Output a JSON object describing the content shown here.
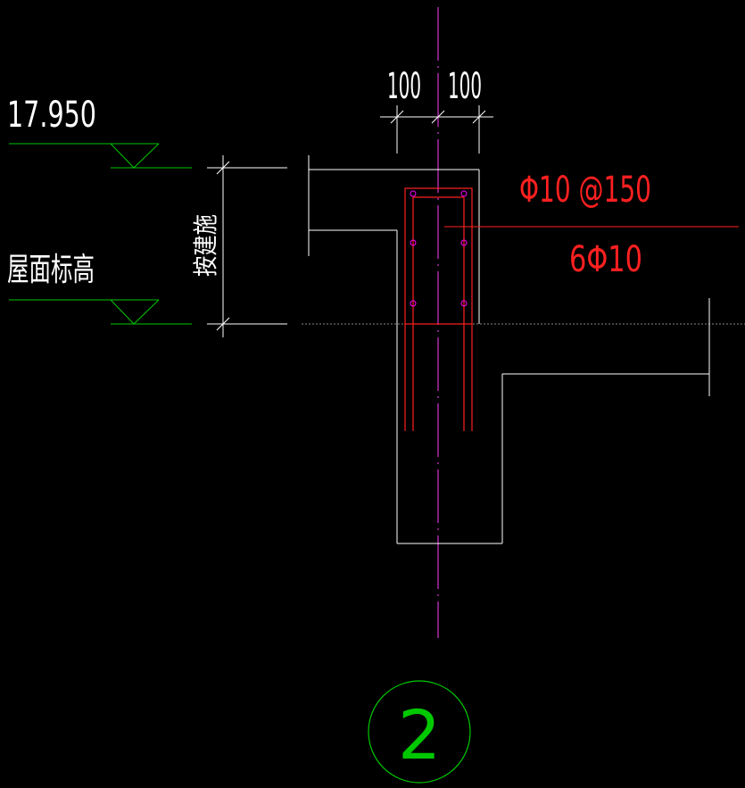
{
  "drawing": {
    "elevation_value": "17.950",
    "roof_elevation_label": "屋面标高",
    "vertical_dim_label": "按建施",
    "dim_left": "100",
    "dim_right": "100",
    "stirrup_spec": "Φ10 @150",
    "longitudinal_bars": "6Φ10",
    "detail_number": "2"
  },
  "colors": {
    "background": "#000000",
    "outline": "#ffffff",
    "rebar": "#ff2020",
    "rebar_dots": "#ff00ff",
    "elevation_marks": "#00c800",
    "detail_circle": "#00c800",
    "centerline": "#ff40ff"
  }
}
